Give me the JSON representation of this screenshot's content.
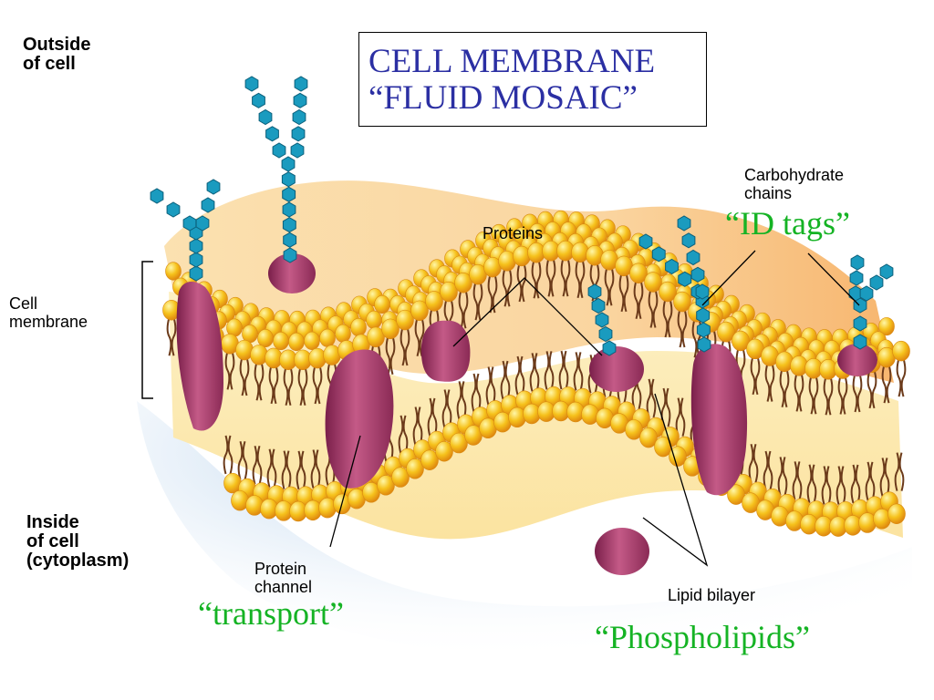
{
  "title": {
    "line1": "CELL MEMBRANE",
    "line2": "“FLUID MOSAIC”"
  },
  "labels": {
    "outside_line1": "Outside",
    "outside_line2": "of cell",
    "inside_line1": "Inside",
    "inside_line2": "of cell",
    "inside_line3": "(cytoplasm)",
    "cell_membrane_line1": "Cell",
    "cell_membrane_line2": "membrane",
    "carbohydrate_line1": "Carbohydrate",
    "carbohydrate_line2": "chains",
    "proteins": "Proteins",
    "protein_channel_line1": "Protein",
    "protein_channel_line2": "channel",
    "lipid_bilayer": "Lipid bilayer"
  },
  "annotations": {
    "id_tags": "“ID tags”",
    "transport": "“transport”",
    "phospholipids": "“Phospholipids”"
  },
  "colors": {
    "title_text": "#2b2fa3",
    "annotation_text": "#15b324",
    "lipid_head": "#f6c21c",
    "protein": "#a8396a",
    "carbohydrate": "#1a9bbf",
    "membrane_top_fill": "#f9c98e",
    "membrane_core_fill": "#fbe6a8",
    "cytoplasm_shade": "#a9c9e6"
  }
}
